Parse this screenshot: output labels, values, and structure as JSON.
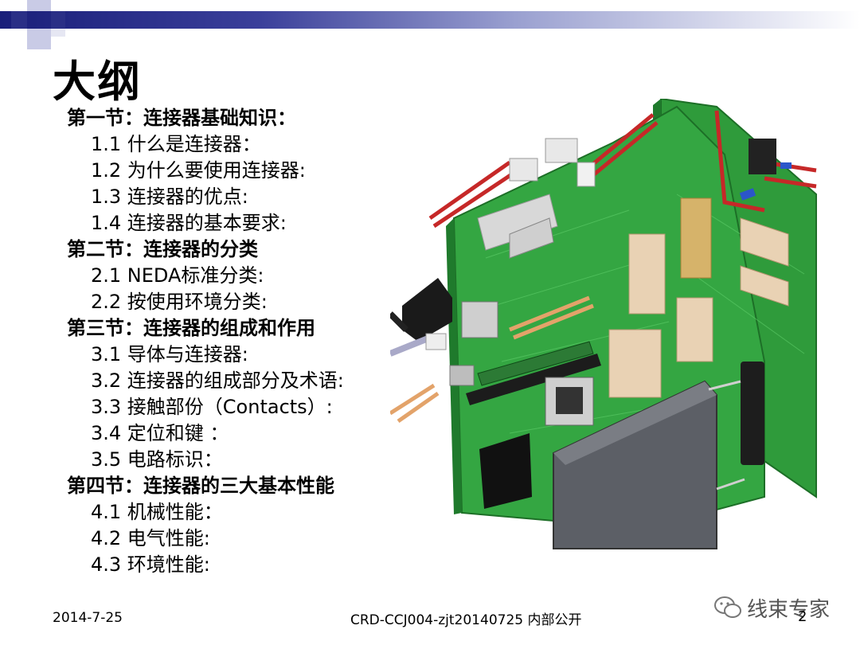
{
  "slide": {
    "title": "大纲",
    "outline": [
      {
        "label": "第一节：连接器基础知识：",
        "level": 0
      },
      {
        "label": "1.1 什么是连接器：",
        "level": 1
      },
      {
        "label": "1.2 为什么要使用连接器:",
        "level": 1
      },
      {
        "label": "1.3 连接器的优点:",
        "level": 1
      },
      {
        "label": "1.4 连接器的基本要求:",
        "level": 1
      },
      {
        "label": "第二节：连接器的分类",
        "level": 0
      },
      {
        "label": "2.1 NEDA标准分类:",
        "level": 1
      },
      {
        "label": "2.2 按使用环境分类:",
        "level": 1
      },
      {
        "label": "第三节：连接器的组成和作用",
        "level": 0
      },
      {
        "label": "3.1 导体与连接器:",
        "level": 1
      },
      {
        "label": "3.2 连接器的组成部分及术语:",
        "level": 1
      },
      {
        "label": "3.3 接触部份（Contacts）:",
        "level": 1
      },
      {
        "label": "3.4 定位和键 ：",
        "level": 1
      },
      {
        "label": "3.5 电路标识：",
        "level": 1
      },
      {
        "label": "第四节：连接器的三大基本性能",
        "level": 0
      },
      {
        "label": "4.1 机械性能：",
        "level": 1
      },
      {
        "label": "4.2 电气性能:",
        "level": 1
      },
      {
        "label": "4.3 环境性能:",
        "level": 1
      }
    ]
  },
  "footer": {
    "date": "2014-7-25",
    "doc_id": "CRD-CCJ004-zjt20140725 内部公开",
    "page": "2",
    "watermark": "线束专家"
  },
  "colors": {
    "banner": "#1a1f7a",
    "pcb_green": "#2e9a3a",
    "connector_beige": "#e9d2b4"
  }
}
